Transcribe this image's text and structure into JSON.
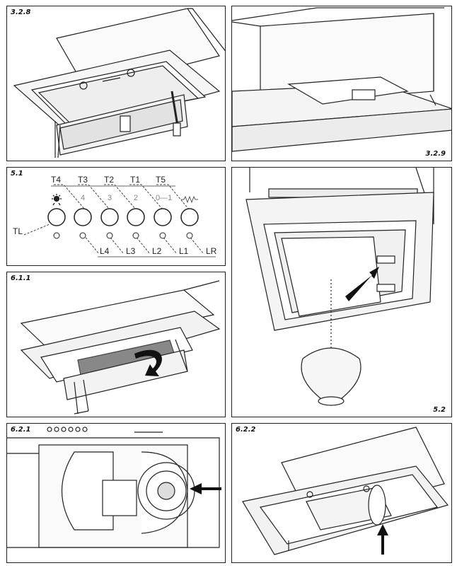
{
  "panels": {
    "p328": {
      "label": "3.2.8"
    },
    "p329": {
      "label": "3.2.9"
    },
    "p51": {
      "label": "5.1",
      "top_labels": [
        "T4",
        "T3",
        "T2",
        "T1",
        "T5"
      ],
      "button_marks": [
        "4",
        "3",
        "2",
        "0—1"
      ],
      "left_label": "TL",
      "bottom_labels": [
        "L4",
        "L3",
        "L2",
        "L1",
        "LR"
      ]
    },
    "p52": {
      "label": "5.2"
    },
    "p611": {
      "label": "6.1.1"
    },
    "p621": {
      "label": "6.2.1"
    },
    "p622": {
      "label": "6.2.2"
    }
  },
  "icons": {
    "light": "light-bulb-icon",
    "delay": "zigzag-timer-icon"
  }
}
